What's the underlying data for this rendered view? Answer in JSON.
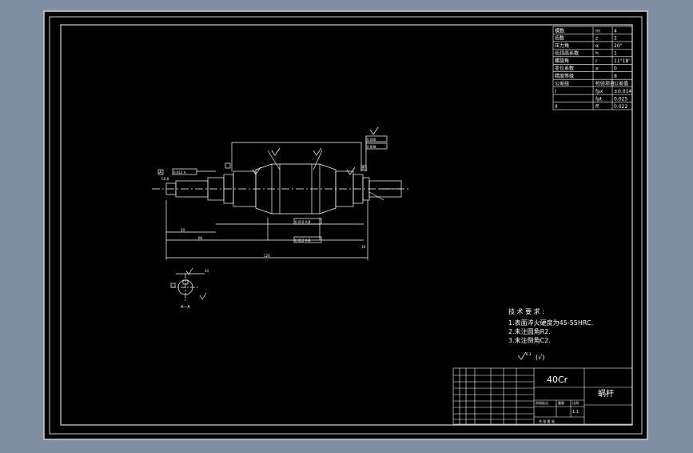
{
  "colors": {
    "app_background": "#7f8ea3",
    "sheet": "#000000",
    "line": "#ffffff",
    "frame_border": "#e6e6e6"
  },
  "param_table": {
    "rows": [
      {
        "label": "模数",
        "symbol": "m",
        "value": "4"
      },
      {
        "label": "齿数",
        "symbol": "z",
        "value": "2"
      },
      {
        "label": "压力角",
        "symbol": "α",
        "value": "20°"
      },
      {
        "label": "齿顶高系数",
        "symbol": "h",
        "value": "1"
      },
      {
        "label": "螺旋角",
        "symbol": "r",
        "value": "11°18'"
      },
      {
        "label": "变位系数",
        "symbol": "x",
        "value": "0"
      },
      {
        "label": "精度等级",
        "symbol": "",
        "value": "8"
      },
      {
        "label": "公差组",
        "symbol": "检验项目",
        "value": "公差值"
      },
      {
        "label": "I",
        "symbol": "fpx",
        "value": "±0.014"
      },
      {
        "label": "",
        "symbol": "fpt",
        "value": "0.025"
      },
      {
        "label": "II",
        "symbol": "ff",
        "value": "0.022"
      }
    ]
  },
  "drawing": {
    "tol_labels": {
      "runout_top_1": "0.006",
      "runout_top_2": "0.008",
      "runout_left": "0.012 A",
      "runout_mid": "0.010 A-B",
      "runout_bottom": "0.012 A-B",
      "left_chamfer": "C0.8"
    },
    "dims": {
      "d1": "20",
      "d2": "66",
      "d3": "124",
      "d4": "18",
      "d5": "14"
    },
    "datum_a": "A",
    "datum_b": "B",
    "section_label": "A—A"
  },
  "tech_notes": {
    "heading": "技 术 要 求 :",
    "lines": [
      "1.表面淬火硬度为45-55HRC.",
      "2.未注圆角R2.",
      "3.未注倒角C2."
    ],
    "roughness_note": "6.3"
  },
  "title_block": {
    "material": "40Cr",
    "part_name": "蜗杆",
    "scale": "1:1",
    "weight_label": "重量",
    "scale_label": "比例",
    "stage_label": "阶段标记",
    "sheet_label": "共 张 第 张"
  }
}
